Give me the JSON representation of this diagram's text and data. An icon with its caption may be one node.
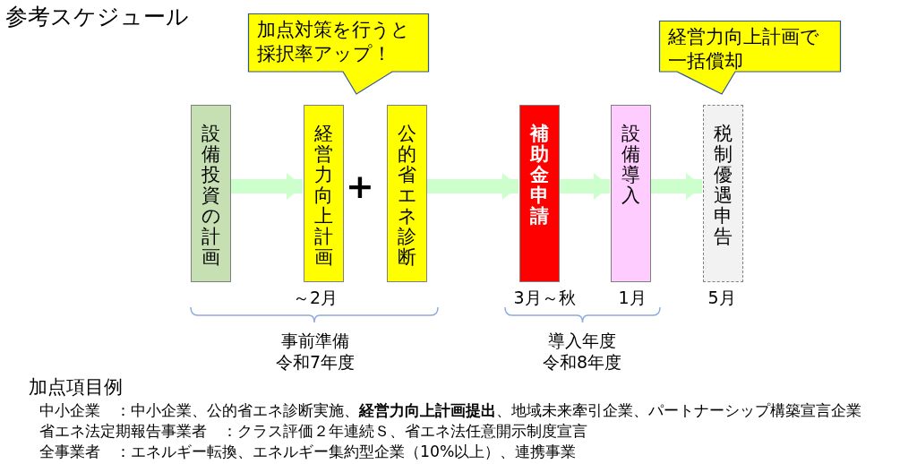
{
  "diagram": {
    "title": "参考スケジュール",
    "nodes": [
      {
        "text": [
          "設備投資の計画"
        ]
      },
      {
        "text": [
          "経営力向上計画"
        ]
      },
      {
        "text": [
          "公的省エネ診断"
        ]
      },
      {
        "text": [
          "補助金申請"
        ],
        "beside": [
          "3月～秋"
        ]
      },
      {
        "text": [
          "設備導入"
        ],
        "beside": [
          "1月"
        ]
      },
      {
        "text": [
          "税制優遇申告"
        ],
        "beside": [
          "5月"
        ]
      },
      {
        "text": [
          "加点対策を行うと採択率アップ！"
        ]
      },
      {
        "text": [
          "経営力向上計画で一括償却"
        ]
      }
    ],
    "edges": [
      {
        "from": 0,
        "to": 1,
        "arrow": "to"
      },
      {
        "from": 2,
        "to": 3,
        "arrow": "to"
      },
      {
        "from": 3,
        "to": 4,
        "arrow": "to"
      },
      {
        "from": 4,
        "to": 5,
        "arrow": "to"
      }
    ],
    "labels": [
      "+",
      "～2月",
      "事前準備",
      "令和7年度",
      "導入年度",
      "令和8年度",
      "加点項目例",
      "中小企業　：中小企業、公的省エネ診断実施、**経営力向上計画提出**、地域未来牽引企業、パートナーシップ構築宣言企業",
      "省エネ法定期報告事業者　：クラス評価２年連続Ｓ、省エネ法任意開示制度宣言",
      "全事業者　：エネルギー転換、エネルギー集約型企業（10%以上）、連携事業"
    ]
  }
}
